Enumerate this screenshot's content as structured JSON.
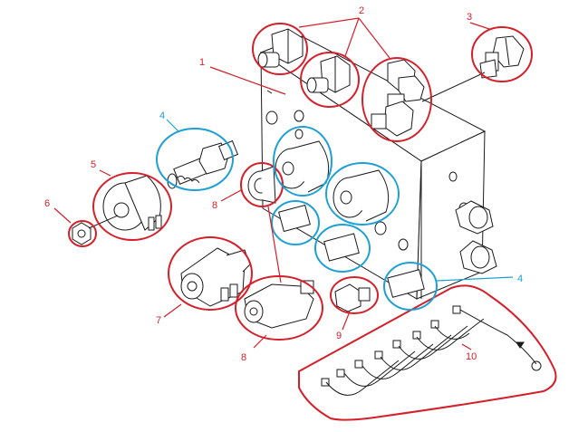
{
  "colors": {
    "red": "#d4202a",
    "blue": "#1ea0d6",
    "line": "#1a1a1a"
  },
  "callouts": {
    "c1": "1",
    "c2": "2",
    "c3": "3",
    "c4a": "4",
    "c4b": "4",
    "c5": "5",
    "c6": "6",
    "c7": "7",
    "c8a": "8",
    "c8b": "8",
    "c9": "9",
    "c10": "10"
  }
}
